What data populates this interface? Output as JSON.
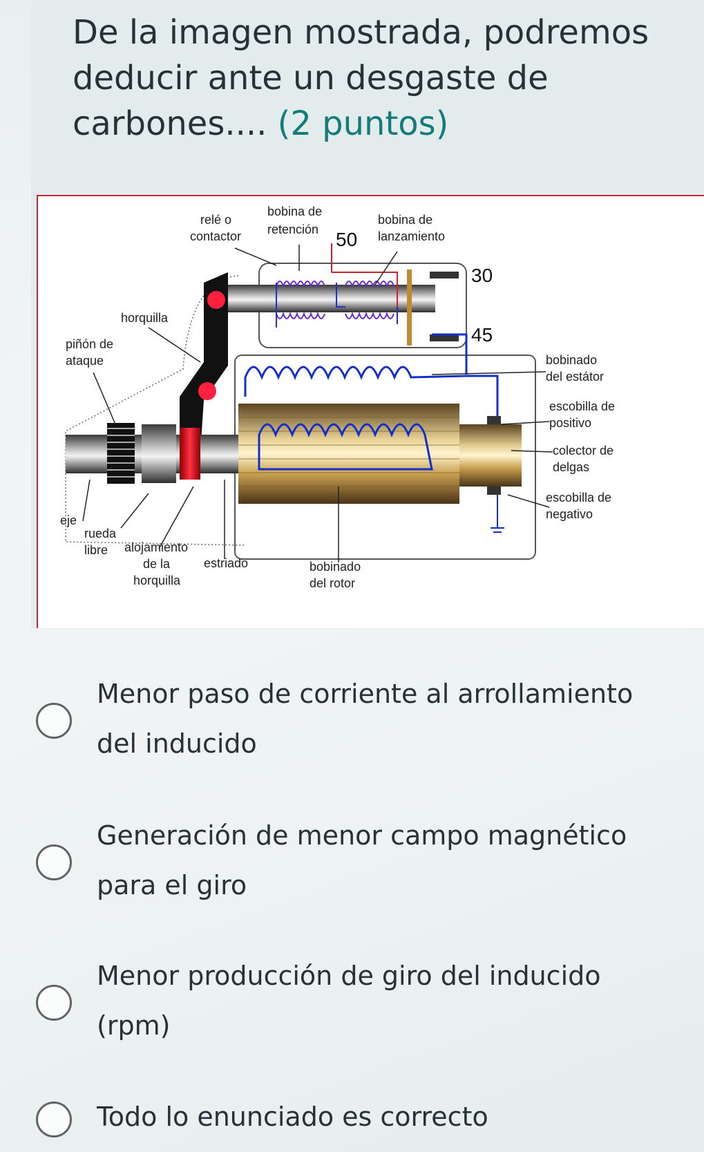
{
  "question": {
    "text": "De la imagen mostrada, podremos deducir ante un desgaste de carbones....",
    "points": "(2 puntos)"
  },
  "diagram": {
    "labels": {
      "rele": [
        "relé o",
        "contactor"
      ],
      "bobina_retencion": [
        "bobina de",
        "retención"
      ],
      "bobina_lanzamiento": [
        "bobina de",
        "lanzamiento"
      ],
      "terminal_50": "50",
      "terminal_30": "30",
      "terminal_45": "45",
      "horquilla": "horquilla",
      "pinon": [
        "piñón de",
        "ataque"
      ],
      "bobinado_estator": [
        "bobinado",
        "del estátor"
      ],
      "escobilla_positivo": [
        "escobilla de",
        "positivo"
      ],
      "colector": [
        "colector de",
        "delgas"
      ],
      "escobilla_negativo": [
        "escobilla de",
        "negativo"
      ],
      "eje": "eje",
      "rueda_libre": [
        "rueda",
        "libre"
      ],
      "alojamiento": [
        "alojamiento",
        "de la",
        "horquilla"
      ],
      "estriado": "estriado",
      "bobinado_rotor": [
        "bobinado",
        "del rotor"
      ]
    }
  },
  "options": [
    {
      "line1": "Menor paso de corriente al arrollamiento",
      "line2": "del inducido"
    },
    {
      "line1": "Generación de menor campo magnético",
      "line2": "para el giro"
    },
    {
      "line1": "Menor producción de giro del inducido",
      "line2": "(rpm)"
    },
    {
      "line1": "Todo lo enunciado es correcto",
      "line2": ""
    }
  ]
}
